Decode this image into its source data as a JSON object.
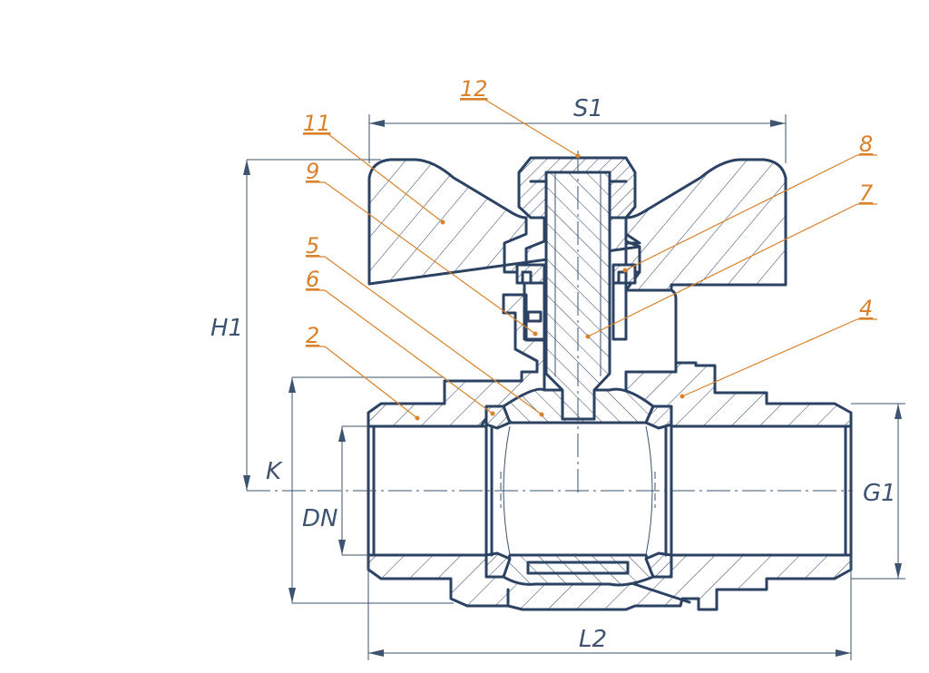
{
  "colors": {
    "outline": "#2b4262",
    "dimension": "#3d5370",
    "callout": "#d9822b",
    "background": "#ffffff"
  },
  "dimensions": {
    "s1": "S1",
    "h1": "H1",
    "k": "K",
    "dn": "DN",
    "g1": "G1",
    "l2": "L2"
  },
  "callouts": [
    {
      "id": "c12",
      "label": "12"
    },
    {
      "id": "c11",
      "label": "11"
    },
    {
      "id": "c9",
      "label": "9"
    },
    {
      "id": "c5",
      "label": "5"
    },
    {
      "id": "c6",
      "label": "6"
    },
    {
      "id": "c2",
      "label": "2"
    },
    {
      "id": "c8",
      "label": "8"
    },
    {
      "id": "c7",
      "label": "7"
    },
    {
      "id": "c4",
      "label": "4"
    }
  ]
}
